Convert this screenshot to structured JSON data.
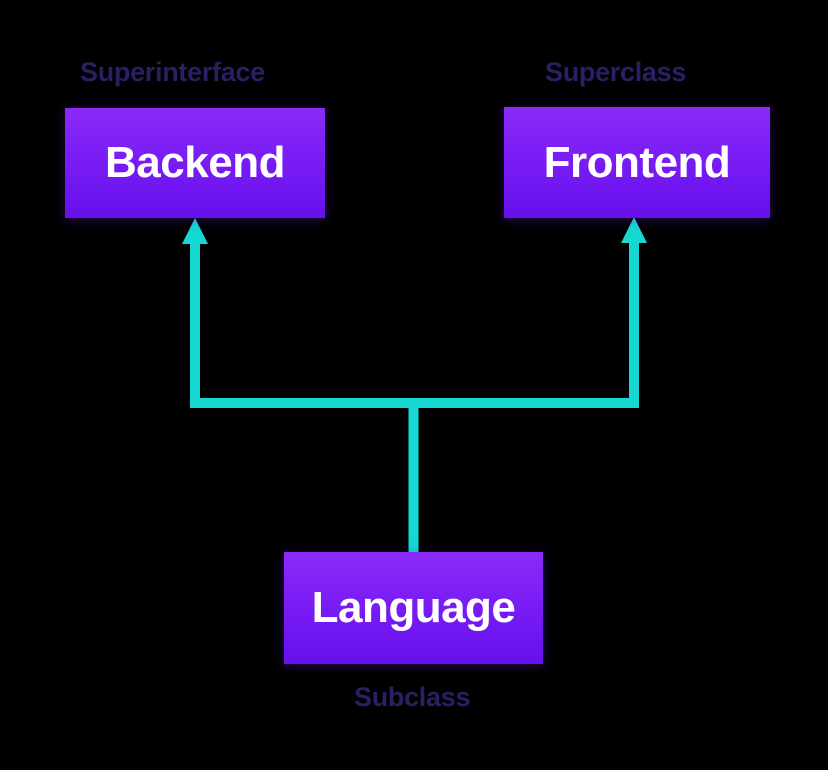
{
  "diagram": {
    "type": "uml-inheritance",
    "background_color": "#000000",
    "nodes": [
      {
        "id": "backend",
        "label": "Backend",
        "caption": "Superinterface",
        "role": "superinterface",
        "fill_top": "#8B2BF7",
        "fill_bottom": "#6610EC",
        "text_color": "#FFFFFF"
      },
      {
        "id": "frontend",
        "label": "Frontend",
        "caption": "Superclass",
        "role": "superclass",
        "fill_top": "#8B2BF7",
        "fill_bottom": "#6610EC",
        "text_color": "#FFFFFF"
      },
      {
        "id": "language",
        "label": "Language",
        "caption": "Subclass",
        "role": "subclass",
        "fill_top": "#8B2BF7",
        "fill_bottom": "#6610EC",
        "text_color": "#FFFFFF"
      }
    ],
    "caption_color": "#272063",
    "connectors": {
      "color": "#15D8D2",
      "stroke_width": 10,
      "edges": [
        {
          "from": "language",
          "to": "backend",
          "style": "elbow-arrow"
        },
        {
          "from": "language",
          "to": "frontend",
          "style": "elbow-arrow"
        }
      ]
    }
  }
}
